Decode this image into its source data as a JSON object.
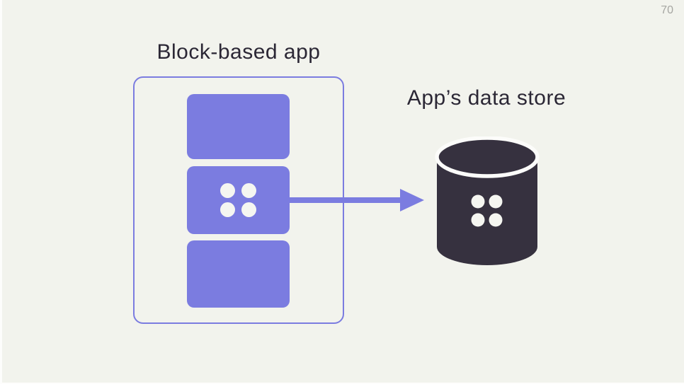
{
  "page": {
    "number": "70"
  },
  "colors": {
    "background": "#f2f3ed",
    "accent": "#7b7ce0",
    "dark": "#36313f",
    "title_text": "#2b2735",
    "page_number": "#a6a6a2",
    "dot": "#f5f6f1",
    "ring": "#fcfcfa"
  },
  "diagram": {
    "app": {
      "title": "Block-based app",
      "blocks": [
        {
          "id": "block-top",
          "has_dots": false
        },
        {
          "id": "block-middle",
          "has_dots": true,
          "icon": "data-dots"
        },
        {
          "id": "block-bottom",
          "has_dots": false
        }
      ]
    },
    "arrow": {
      "direction": "right",
      "from": "block-middle",
      "to": "data-store"
    },
    "data_store": {
      "title": "App’s data store",
      "icon": "database-cylinder",
      "icon_detail": "data-dots"
    }
  }
}
